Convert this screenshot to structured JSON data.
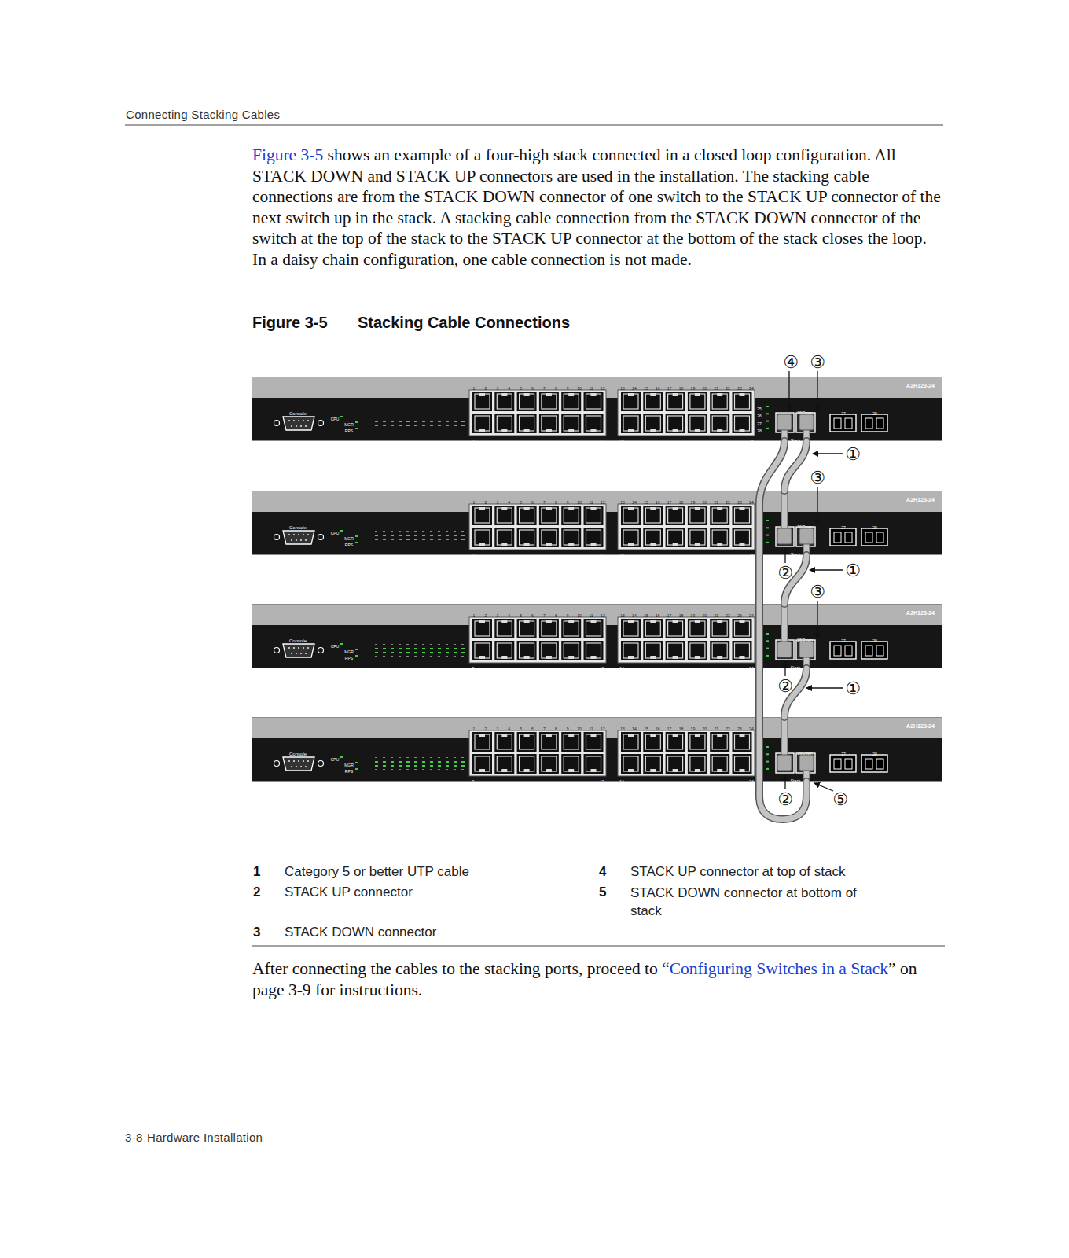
{
  "diagram": {
    "nodes": [
      {
        "text": [
          "A2H123-24",
          "Console",
          "CPU",
          "MGR",
          "RPS",
          "1",
          "2",
          "3",
          "4",
          "5",
          "6",
          "7",
          "8",
          "9",
          "10",
          "11",
          "12",
          "13",
          "14",
          "15",
          "16",
          "17",
          "18",
          "19",
          "20",
          "21",
          "22",
          "23",
          "24",
          "2",
          "12",
          "14",
          "24",
          "26/Down",
          "Stack",
          "27",
          "28",
          "25",
          "26",
          "27",
          "28"
        ]
      },
      {
        "text": [
          "A2H123-24",
          "Console",
          "CPU",
          "MGR",
          "RPS",
          "1",
          "2",
          "3",
          "4",
          "5",
          "6",
          "7",
          "8",
          "9",
          "10",
          "11",
          "12",
          "13",
          "14",
          "15",
          "16",
          "17",
          "18",
          "19",
          "20",
          "21",
          "22",
          "23",
          "24",
          "2",
          "12",
          "14",
          "24",
          "26/Down",
          "Stack",
          "27",
          "28"
        ]
      },
      {
        "text": [
          "A2H123-24",
          "Console",
          "CPU",
          "MGR",
          "RPS",
          "1",
          "2",
          "3",
          "4",
          "5",
          "6",
          "7",
          "8",
          "9",
          "10",
          "11",
          "12",
          "13",
          "14",
          "15",
          "16",
          "17",
          "18",
          "19",
          "20",
          "21",
          "22",
          "23",
          "24",
          "2",
          "12",
          "14",
          "24",
          "26/Down",
          "Stack",
          "27",
          "28"
        ]
      },
      {
        "text": [
          "A2H123-24",
          "Console",
          "CPU",
          "MGR",
          "RPS",
          "1",
          "2",
          "3",
          "4",
          "5",
          "6",
          "7",
          "8",
          "9",
          "10",
          "11",
          "12",
          "13",
          "14",
          "15",
          "16",
          "17",
          "18",
          "19",
          "20",
          "21",
          "22",
          "23",
          "24",
          "2",
          "12",
          "14",
          "24",
          "26/Down",
          "Stack",
          "27",
          "28"
        ]
      }
    ],
    "edges": [
      {
        "from": 0,
        "to": 1,
        "arrow": "none"
      },
      {
        "from": 1,
        "to": 2,
        "arrow": "none"
      },
      {
        "from": 2,
        "to": 3,
        "arrow": "none"
      },
      {
        "from": 0,
        "to": 3,
        "arrow": "none"
      }
    ],
    "labels": [
      "Connecting Stacking Cables",
      "Figure 3-5",
      "shows an example of a four-high stack connected in a closed loop configuration. All STACK DOWN and STACK UP connectors are used in the installation. The stacking cable connections are from the STACK DOWN connector of one switch to the STACK UP connector of the next switch up in the stack. A stacking cable connection from the STACK DOWN connector of the switch at the top of the stack to the STACK UP connector at the bottom of the stack closes the loop. In a daisy chain configuration, one cable connection is not made.",
      "Figure 3-5",
      "Stacking Cable Connections",
      "④",
      "③",
      "①",
      "③",
      "②",
      "①",
      "③",
      "②",
      "①",
      "②",
      "⑤",
      "1",
      "Category 5 or better UTP cable",
      "2",
      "STACK UP connector",
      "3",
      "STACK DOWN connector",
      "4",
      "STACK UP connector at top of stack",
      "5",
      "STACK DOWN connector at bottom of stack",
      "After connecting the cables to the stacking ports, proceed to “",
      "Configuring Switches in a Stack",
      "” on page 3-9 for instructions.",
      "3-8",
      "Hardware Installation"
    ]
  }
}
